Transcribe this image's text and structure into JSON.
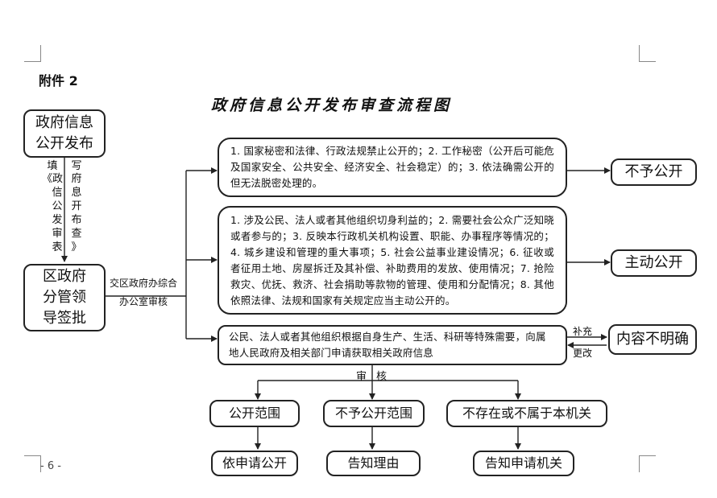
{
  "header": {
    "attachment": "附件 2",
    "title": "政府信息公开发布审查流程图"
  },
  "footer": {
    "page_number": "- 6 -"
  },
  "left_column": {
    "start_box": "政府信息公开发布",
    "left_note": "填《政府信息公开发布审查表》",
    "left_note_chars": [
      "填",
      "《政",
      "信",
      "公",
      "发",
      "审",
      "表"
    ],
    "right_note_chars": [
      "写",
      "府",
      "息",
      "开",
      "布",
      "查",
      "》"
    ],
    "approval_box": "区政府分管领导签批",
    "arrow_label_line1": "交区政府办综合",
    "arrow_label_line2": "办公室审核"
  },
  "branches": {
    "box1_text": "1. 国家秘密和法律、行政法规禁止公开的；2. 工作秘密（公开后可能危及国家安全、公共安全、经济安全、社会稳定）的；3. 依法确需公开的但无法脱密处理的。",
    "box1_result": "不予公开",
    "box2_text": "1. 涉及公民、法人或者其他组织切身利益的；2. 需要社会公众广泛知晓或者参与的；3. 反映本行政机关机构设置、职能、办事程序等情况的；4. 城乡建设和管理的重大事项；5. 社会公益事业建设情况；6. 征收或者征用土地、房屋拆迁及其补偿、补助费用的发放、使用情况；7. 抢险救灾、优抚、救济、社会捐助等款物的管理、使用和分配情况；8. 其他依照法律、法规和国家有关规定应当主动公开的。",
    "box2_result": "主动公开",
    "box3_text": "公民、法人或者其他组织根据自身生产、生活、科研等特殊需要，向属地人民政府及相关部门申请获取相关政府信息",
    "box3_side": "内容不明确",
    "side_label_top": "补充",
    "side_label_bottom": "更改"
  },
  "review": {
    "label_left": "审",
    "label_right": "核",
    "outcomes": [
      {
        "category": "公开范围",
        "action": "依申请公开"
      },
      {
        "category": "不予公开范围",
        "action": "告知理由"
      },
      {
        "category": "不存在或不属于本机关",
        "action": "告知申请机关"
      }
    ]
  }
}
